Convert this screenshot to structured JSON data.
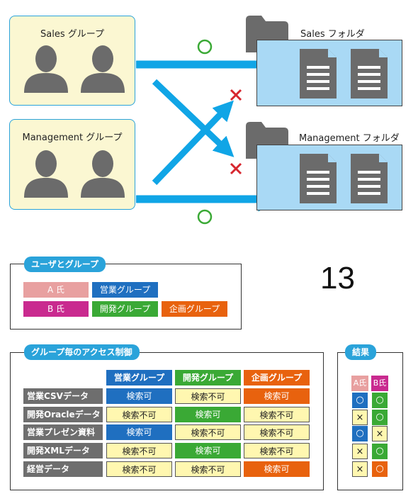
{
  "colors": {
    "sales_blue": "#1f6fc0",
    "dev_green": "#3aa935",
    "plan_orange": "#e8620e",
    "person_a_pink": "#e8a0a0",
    "person_b_magenta": "#c92a8f",
    "arrow_blue": "#10a5e6",
    "ok_green": "#3aa935",
    "ng_red": "#d7262e",
    "accent_blue": "#2aa3da"
  },
  "diagram": {
    "sales_group_label": "Sales グループ",
    "management_group_label": "Management グループ",
    "sales_folder_label": "Sales フォルダ",
    "management_folder_label": "Management フォルダ"
  },
  "legend": {
    "title": "ユーザとグループ",
    "person_a": "A 氏",
    "person_b": "B 氏",
    "sales_group": "営業グループ",
    "dev_group": "開発グループ",
    "plan_group": "企画グループ"
  },
  "page_number": "13",
  "access": {
    "title": "グループ毎のアクセス制御",
    "columns": [
      "営業グループ",
      "開発グループ",
      "企画グループ"
    ],
    "rows": [
      {
        "label": "営業CSVデータ",
        "cells": [
          "検索可",
          "検索不可",
          "検索可"
        ]
      },
      {
        "label": "開発Oracleデータ",
        "cells": [
          "検索不可",
          "検索可",
          "検索不可"
        ]
      },
      {
        "label": "営業プレゼン資料",
        "cells": [
          "検索可",
          "検索不可",
          "検索不可"
        ]
      },
      {
        "label": "開発XMLデータ",
        "cells": [
          "検索不可",
          "検索可",
          "検索不可"
        ]
      },
      {
        "label": "経営データ",
        "cells": [
          "検索不可",
          "検索不可",
          "検索可"
        ]
      }
    ]
  },
  "result": {
    "title": "結果",
    "headers": [
      "A氏",
      "B氏"
    ],
    "rows": [
      [
        "○",
        "○"
      ],
      [
        "×",
        "○"
      ],
      [
        "○",
        "×"
      ],
      [
        "×",
        "○"
      ],
      [
        "×",
        "○"
      ]
    ]
  }
}
